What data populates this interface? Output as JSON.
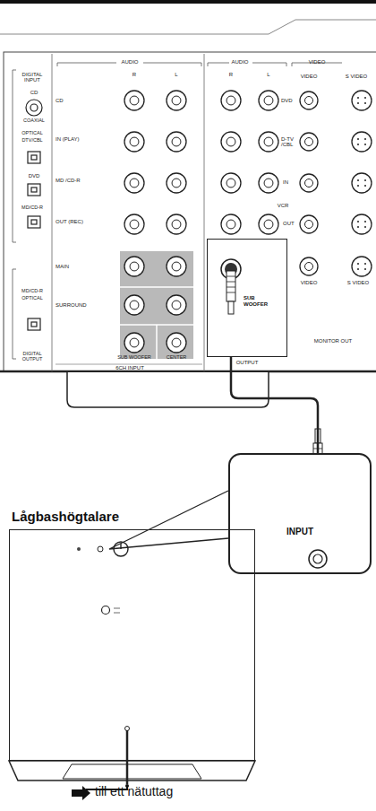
{
  "diagram": {
    "nodes": [
      {
        "text": [
          "SUB WOOFER",
          "OUTPUT"
        ]
      },
      {
        "text": [
          "INPUT"
        ]
      },
      {
        "text": [
          "Lågbashögtalare"
        ]
      }
    ],
    "edges": [
      {
        "from": 0,
        "to": 1,
        "arrow": "none"
      },
      {
        "from": 1,
        "to": 2,
        "arrow": "none"
      }
    ],
    "labels": [
      "DIGITAL INPUT",
      "AUDIO",
      "AUDIO",
      "VIDEO",
      "R",
      "L",
      "R",
      "L",
      "CD",
      "IN (PLAY)",
      "MD /CD-R",
      "OUT (REC)",
      "MAIN",
      "SURROUND",
      "SUB WOOFER",
      "CENTER",
      "6CH INPUT",
      "DVD",
      "D-TV /CBL",
      "IN",
      "VCR",
      "OUT",
      "VIDEO",
      "S VIDEO",
      "MONITOR OUT",
      "CD",
      "COAXIAL",
      "OPTICAL",
      "DTV/CBL",
      "DVD",
      "MD/CD-R",
      "MD/CD-R",
      "OPTICAL",
      "DIGITAL OUTPUT",
      "VIDEO",
      "S VIDEO",
      "till ett nätuttag"
    ]
  }
}
